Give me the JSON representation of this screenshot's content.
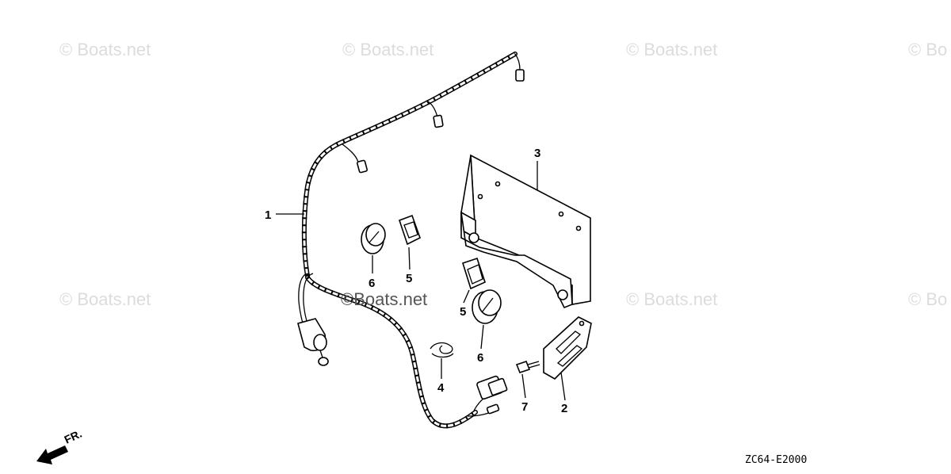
{
  "watermarks": [
    "© Boats.net",
    "© Boats.net",
    "© Boats.net",
    "© Bo",
    "© Boats.net",
    "© Boats.net",
    "© Bo"
  ],
  "center_watermark": "©Boats.net",
  "callouts": {
    "p1": "1",
    "p2": "2",
    "p3": "3",
    "p4": "4",
    "p5a": "5",
    "p5b": "5",
    "p6a": "6",
    "p6b": "6",
    "p7": "7"
  },
  "direction_label": "FR.",
  "diagram_code": "ZC64-E2000",
  "colors": {
    "line": "#000000",
    "watermark": "#dcdcdc",
    "background": "#ffffff"
  }
}
